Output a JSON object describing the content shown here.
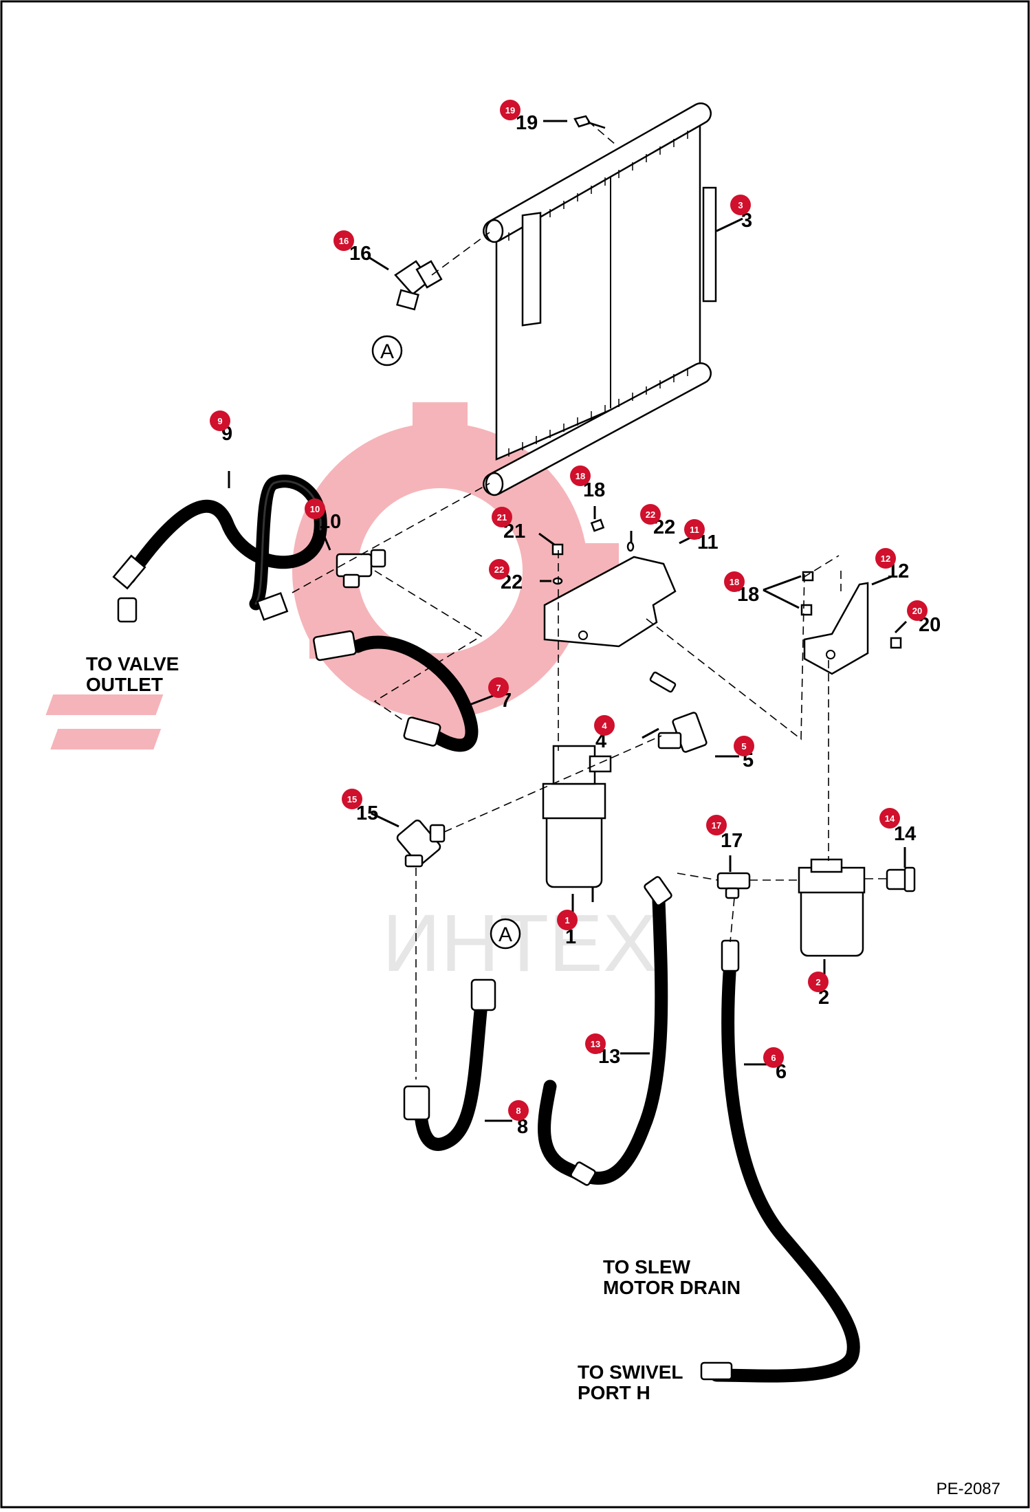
{
  "diagram": {
    "drawing_id": "PE-2087",
    "watermark": "ИНТЕХ",
    "notes": {
      "valve": [
        "TO VALVE",
        "OUTLET"
      ],
      "slew": [
        "TO SLEW",
        "MOTOR DRAIN"
      ],
      "swivel": [
        "TO SWIVEL",
        "PORT H"
      ]
    },
    "connector_label": "A",
    "callouts": [
      {
        "id": "1",
        "label": "1"
      },
      {
        "id": "2",
        "label": "2"
      },
      {
        "id": "3",
        "label": "3"
      },
      {
        "id": "4",
        "label": "4"
      },
      {
        "id": "5",
        "label": "5"
      },
      {
        "id": "6",
        "label": "6"
      },
      {
        "id": "7",
        "label": "7"
      },
      {
        "id": "8",
        "label": "8"
      },
      {
        "id": "9",
        "label": "9"
      },
      {
        "id": "10",
        "label": "10"
      },
      {
        "id": "11",
        "label": "11"
      },
      {
        "id": "12",
        "label": "12"
      },
      {
        "id": "13",
        "label": "13"
      },
      {
        "id": "14",
        "label": "14"
      },
      {
        "id": "15",
        "label": "15"
      },
      {
        "id": "16",
        "label": "16"
      },
      {
        "id": "17",
        "label": "17"
      },
      {
        "id": "18a",
        "label": "18"
      },
      {
        "id": "18b",
        "label": "18"
      },
      {
        "id": "19",
        "label": "19"
      },
      {
        "id": "20",
        "label": "20"
      },
      {
        "id": "21",
        "label": "21"
      },
      {
        "id": "22a",
        "label": "22"
      },
      {
        "id": "22b",
        "label": "22"
      }
    ],
    "colors": {
      "badge": "#d0102c",
      "watermark_red": "#f4a7ad",
      "watermark_grey": "#e2e2e2",
      "line": "#000000"
    }
  }
}
